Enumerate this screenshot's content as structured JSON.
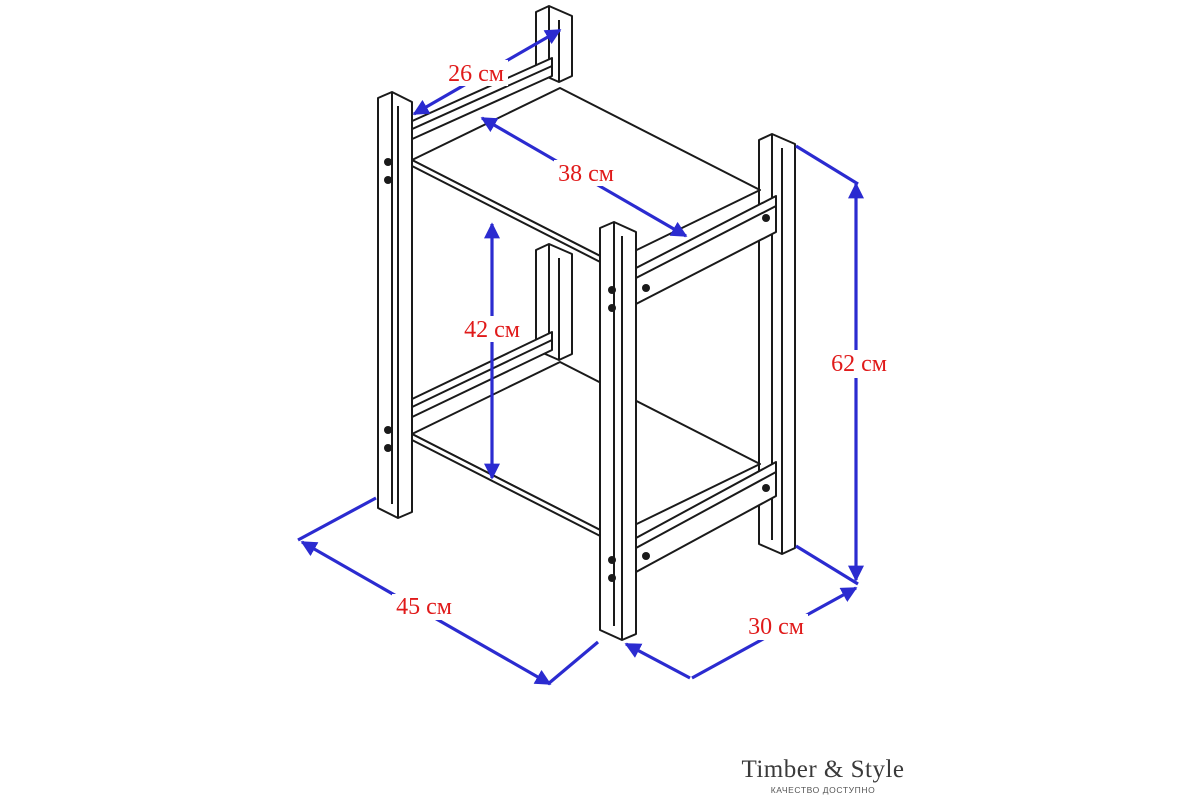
{
  "dimensions": {
    "top_depth": "26 см",
    "inner_width": "38 см",
    "shelf_gap": "42 см",
    "height": "62 см",
    "width": "45 см",
    "depth": "30 см"
  },
  "brand": {
    "name": "Timber & Style",
    "tagline": "КАЧЕСТВО ДОСТУПНО"
  },
  "colors": {
    "outline": "#1a1a1a",
    "dimension_line": "#2b2bd0",
    "dimension_text": "#e01a1a"
  }
}
